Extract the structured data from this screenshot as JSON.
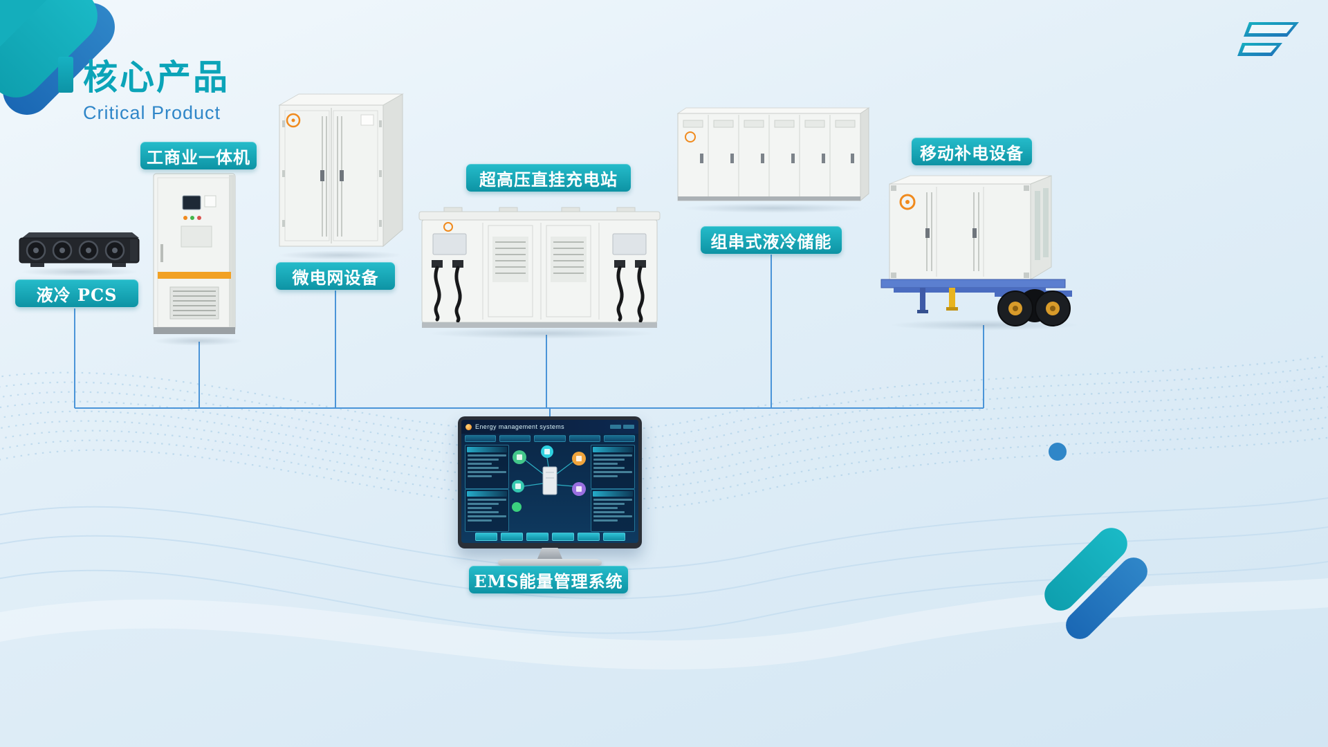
{
  "page": {
    "title": "核心产品",
    "subtitle": "Critical Product"
  },
  "colors": {
    "accent_teal": "#0ba4b8",
    "accent_blue": "#2f86c8",
    "pill_top": "#25bcca",
    "pill_bottom": "#0d93a4",
    "connector_blue": "#4a94d8",
    "brand_orange": "#f08a1d"
  },
  "products": [
    {
      "id": "liquid-cooled-pcs",
      "label": "液冷 PCS"
    },
    {
      "id": "commercial-industrial-all-in-one",
      "label": "工商业一体机"
    },
    {
      "id": "microgrid-equipment",
      "label": "微电网设备"
    },
    {
      "id": "uhv-direct-charging-station",
      "label": "超高压直挂充电站"
    },
    {
      "id": "string-liquid-cooled-ess",
      "label": "组串式液冷储能"
    },
    {
      "id": "mobile-recharging-equipment",
      "label": "移动补电设备"
    },
    {
      "id": "ems-system",
      "label": "EMS能量管理系统"
    }
  ],
  "monitor": {
    "screen_title": "Energy management systems"
  }
}
